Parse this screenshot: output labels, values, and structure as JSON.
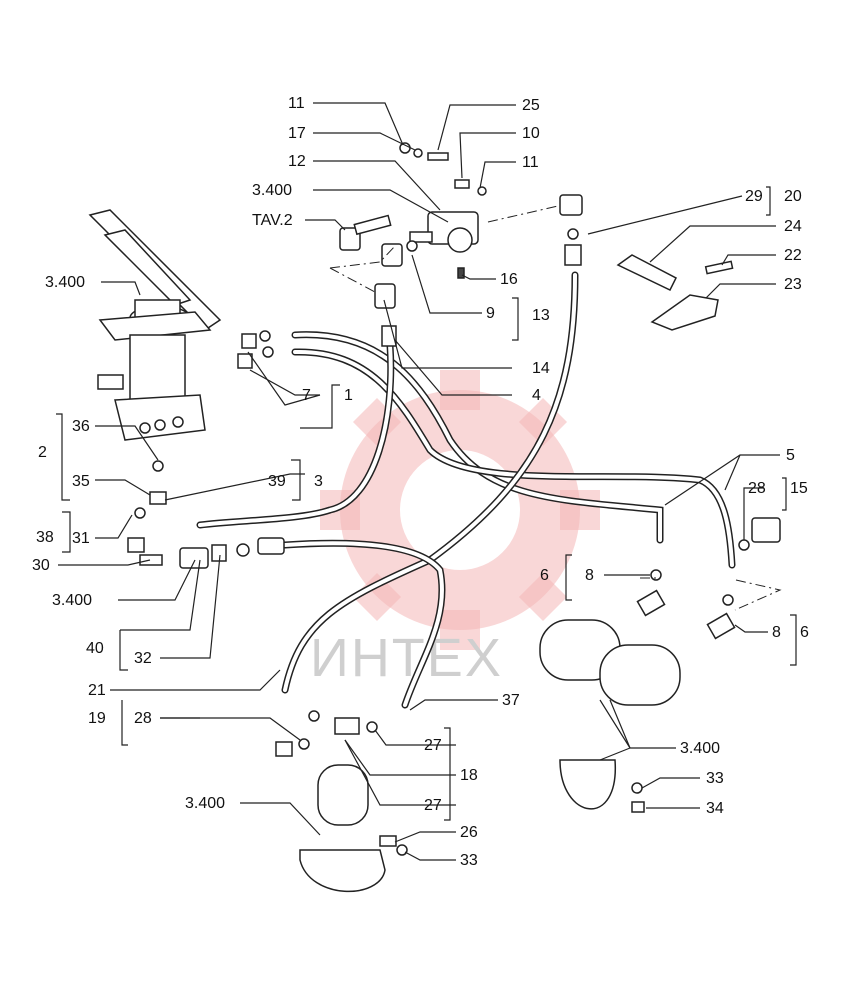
{
  "watermark": {
    "text": "ИНТЕХ",
    "color": "#f4b7b7"
  },
  "callouts": {
    "c11a": "11",
    "c17": "17",
    "c12": "12",
    "c3400a": "3.400",
    "ctav": "TAV.2",
    "c25": "25",
    "c10": "10",
    "c11b": "11",
    "c29": "29",
    "c20": "20",
    "c24": "24",
    "c22": "22",
    "c23": "23",
    "c16": "16",
    "c9": "9",
    "c13": "13",
    "c14": "14",
    "c4": "4",
    "c7": "7",
    "c1": "1",
    "c3400b": "3.400",
    "c36": "36",
    "c2": "2",
    "c35": "35",
    "c39": "39",
    "c3": "3",
    "c38": "38",
    "c31": "31",
    "c30": "30",
    "c3400c": "3.400",
    "c40": "40",
    "c32": "32",
    "c5": "5",
    "c28a": "28",
    "c15": "15",
    "c6a": "6",
    "c8a": "8",
    "c8b": "8",
    "c6b": "6",
    "c21": "21",
    "c37": "37",
    "c19": "19",
    "c28b": "28",
    "c27a": "27",
    "c18": "18",
    "c3400d": "3.400",
    "c27b": "27",
    "c26": "26",
    "c33a": "33",
    "c3400e": "3.400",
    "c33b": "33",
    "c34": "34"
  }
}
